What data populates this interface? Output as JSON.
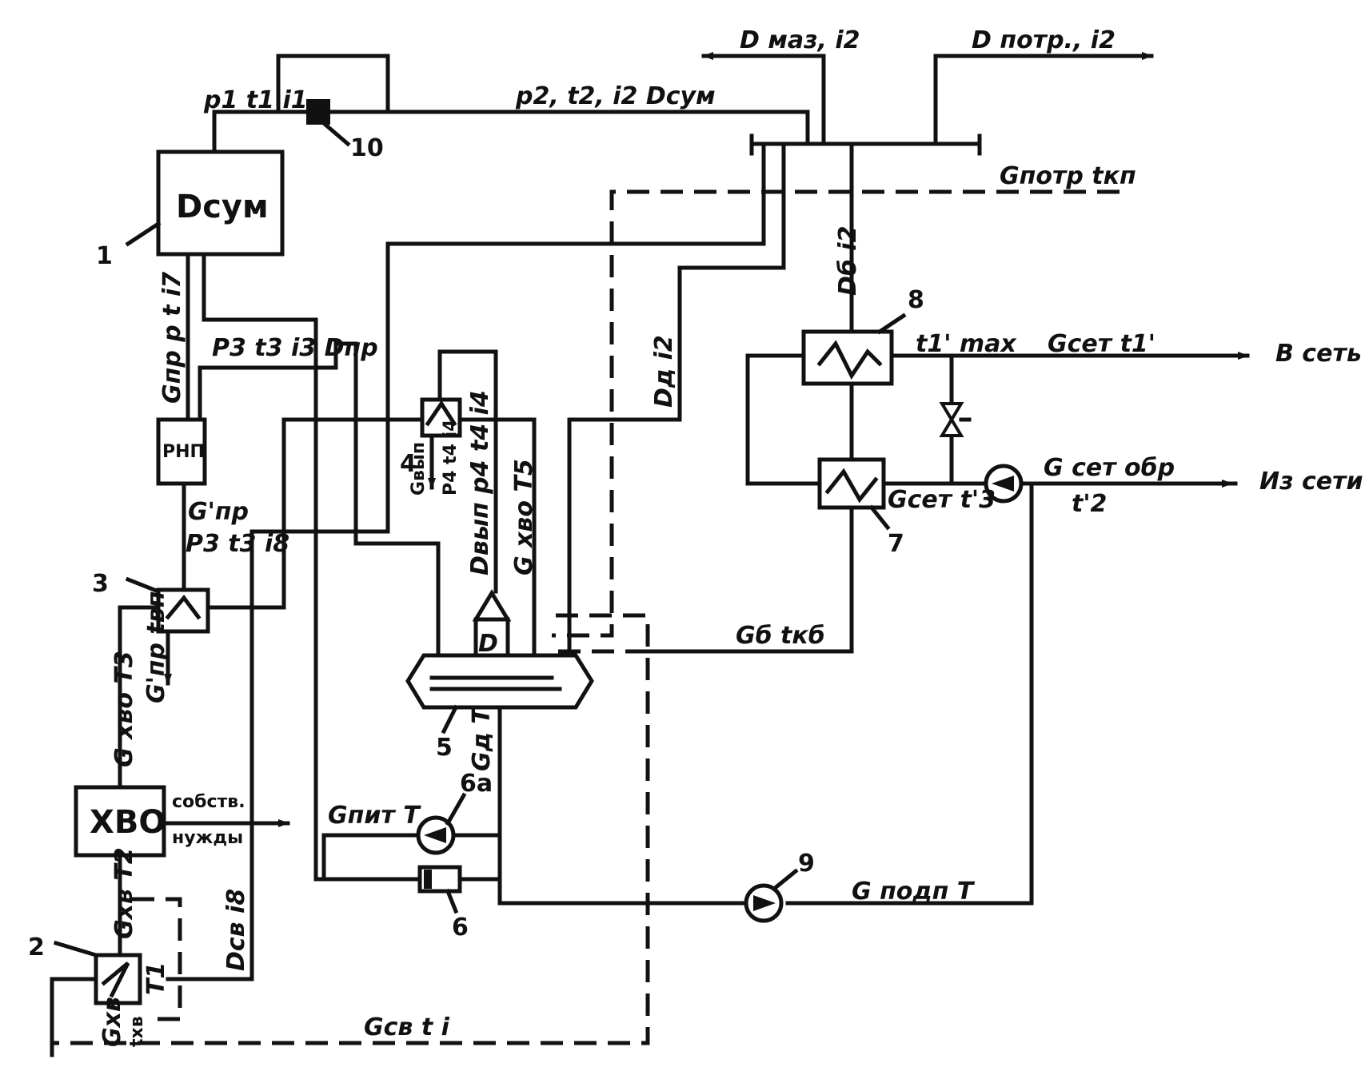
{
  "boiler": {
    "label": "Dсум",
    "num": "1"
  },
  "hvo": {
    "label": "ХВО"
  },
  "rnp": {
    "label": "РНП"
  },
  "numbers": {
    "n2": "2",
    "n3": "3",
    "n4": "4",
    "n5": "5",
    "n6": "6",
    "n6a": "6a",
    "n7": "7",
    "n8": "8",
    "n9": "9",
    "n10": "10"
  },
  "labels": {
    "p1t1i1": "p1 t1 i1",
    "p2t2i2": "p2, t2, i2 Dсум",
    "dmaz": "D маз, i2",
    "dpotr": "D потр., i2",
    "gpotr": "Gпотр tкп",
    "dbi2": "Dб i2",
    "dd": "Dд i2",
    "gpr": "Gпр p t i7",
    "p3t3i3": "P3 t3 i3 Dпр",
    "gpr2": "G'пр",
    "p3t3i8": "P3 t3 i8",
    "gpr3": "G'пр tвп",
    "gxvo1": "G хво T3",
    "gxvo2": "Gхв T2",
    "t1": "T1",
    "gxv": "Gхв",
    "txv": "tхв",
    "dsv": "Dсв i8",
    "gvyp": "Gвып",
    "p4t4": "P4 t4 i4",
    "dvyp": "Dвып p4 t4 i4",
    "gxvoT5": "G хво T5",
    "gdT": "Gд T",
    "gpit": "Gпит T",
    "gpodp": "G подп T",
    "gbtkb": "Gб tкб",
    "gsv": "Gсв t i",
    "t1max": "t1' max",
    "gset": "Gсет t1'",
    "vset": "В сеть",
    "gsetobr": "G сет обр",
    "t2": "t'2",
    "izseti": "Из сети",
    "gsett3": "Gсет t'3",
    "sobstv": "собств.",
    "nuzhdy": "нужды"
  }
}
